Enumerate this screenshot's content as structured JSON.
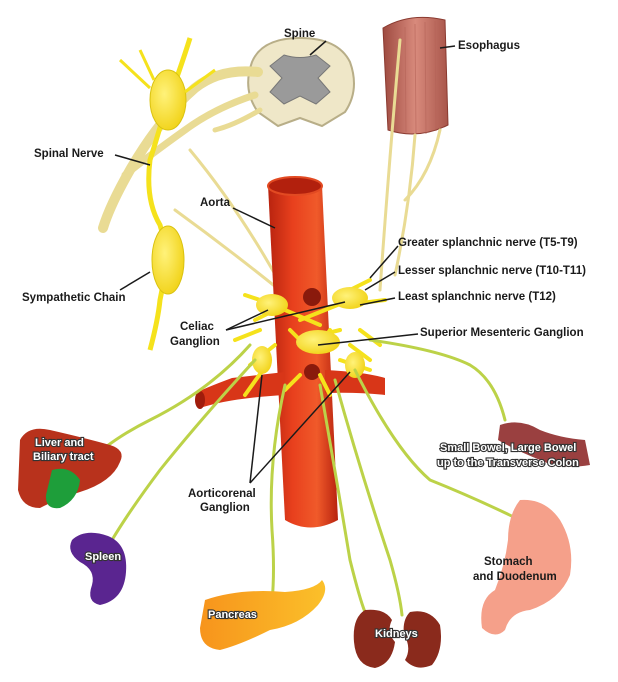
{
  "labels": {
    "spine": "Spine",
    "esophagus": "Esophagus",
    "spinal_nerve": "Spinal Nerve",
    "aorta": "Aorta",
    "greater": "Greater splanchnic nerve (T5-T9)",
    "lesser": "Lesser splanchnic nerve (T10-T11)",
    "least": "Least splanchnic nerve (T12)",
    "sympathetic": "Sympathetic Chain",
    "celiac_1": "Celiac",
    "celiac_2": "Ganglion",
    "sup_mes": "Superior Mesenteric Ganglion",
    "liver_1": "Liver and",
    "liver_2": "Biliary tract",
    "bowel_1": "Small Bowel, Large Bowel",
    "bowel_2": "up to the Transverse Colon",
    "aorticorenal_1": "Aorticorenal",
    "aorticorenal_2": "Ganglion",
    "spleen": "Spleen",
    "stomach_1": "Stomach",
    "stomach_2": "and Duodenum",
    "pancreas": "Pancreas",
    "kidneys": "Kidneys"
  },
  "colors": {
    "aorta": "#e03a1a",
    "ganglion": "#f5e21c",
    "nerve": "#bcd248",
    "liver": "#b8321c",
    "gallbladder": "#1e9e3a",
    "spleen": "#5a2590",
    "pancreas": "#f7a81c",
    "kidney": "#8a2a1c",
    "stomach": "#f5a08a",
    "esophagus": "#c97a6e"
  }
}
